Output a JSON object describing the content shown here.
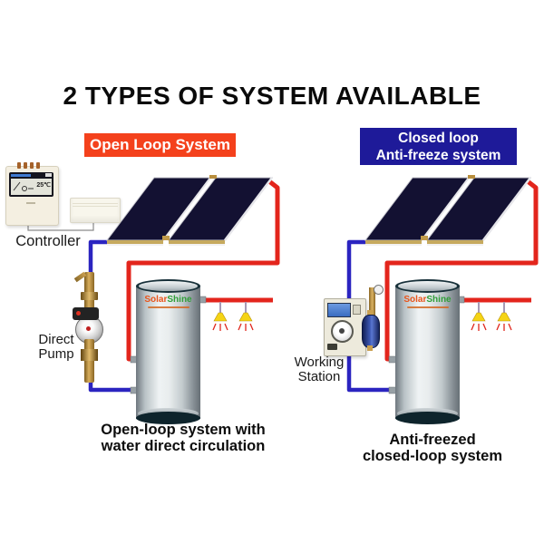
{
  "title": "2 TYPES OF SYSTEM AVAILABLE",
  "colors": {
    "hot_pipe": "#e3251c",
    "cold_pipe": "#2b24c0",
    "open_badge_bg": "#f4411c",
    "closed_badge_bg": "#1e1a99",
    "panel": "#131132",
    "logo_orange": "#e8541b",
    "logo_green": "#2f9e38"
  },
  "open_system": {
    "badge": "Open Loop System",
    "controller_label": "Controller",
    "controller_temp": "25℃",
    "pump_label_line1": "Direct",
    "pump_label_line2": "Pump",
    "caption_line1": "Open-loop system with",
    "caption_line2": "water direct circulation"
  },
  "closed_system": {
    "badge_line1": "Closed loop",
    "badge_line2": "Anti-freeze system",
    "station_label_line1": "Working",
    "station_label_line2": "Station",
    "caption_line1": "Anti-freezed",
    "caption_line2": "closed-loop system"
  },
  "tank_logo": {
    "part1": "Solar",
    "part2": "Shine"
  }
}
